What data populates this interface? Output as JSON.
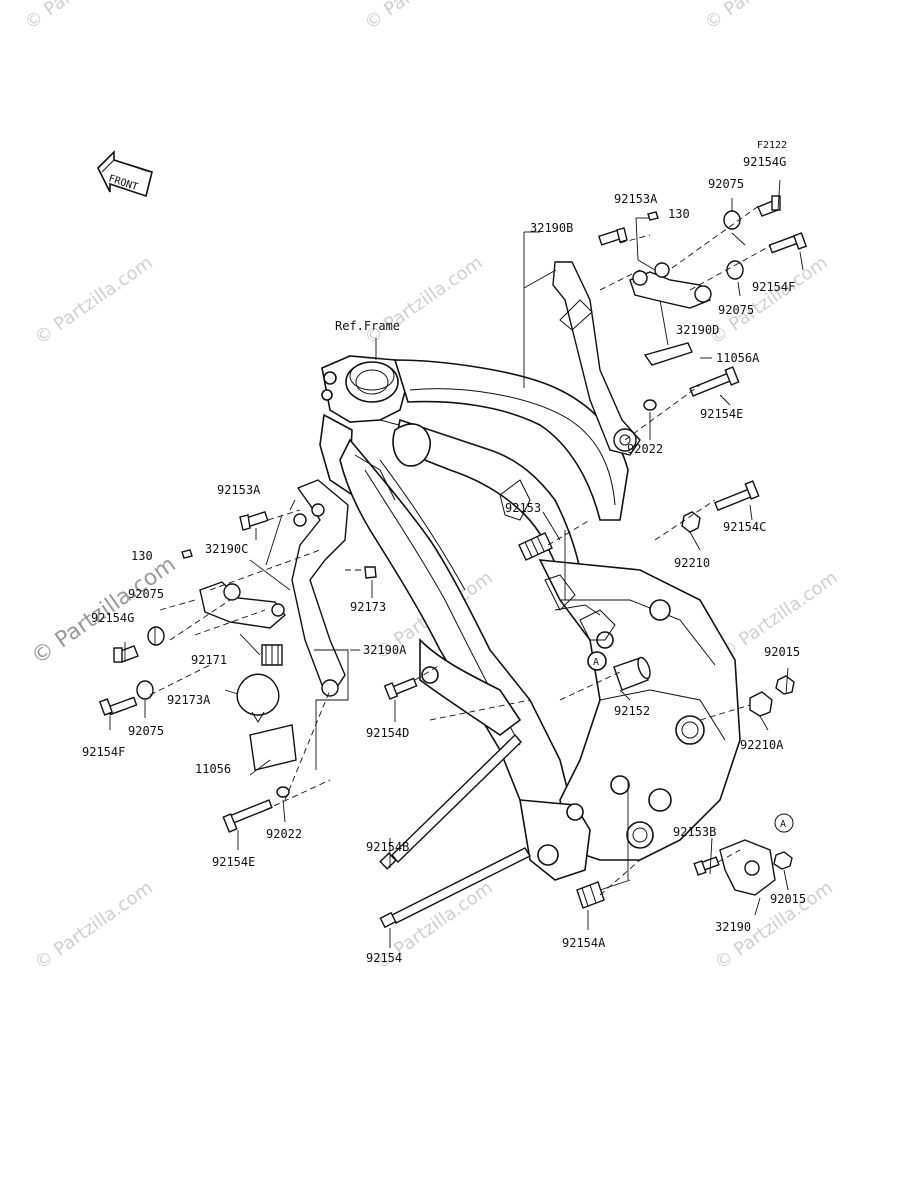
{
  "diagram": {
    "code": "F2122",
    "front_label": "FRONT",
    "ref_label": "Ref.Frame",
    "watermark": "© Partzilla.com",
    "watermark_side": "© Partzilla.com",
    "ref_marker": "A",
    "parts": {
      "p92154G_r": "92154G",
      "p92075_r1": "92075",
      "p92153A_r": "92153A",
      "p130_r": "130",
      "p32190B": "32190B",
      "p92154F_r": "92154F",
      "p92075_r2": "92075",
      "p32190D": "32190D",
      "p11056A": "11056A",
      "p92154E_r": "92154E",
      "p92022_r": "92022",
      "p92153A_l": "92153A",
      "p32190C": "32190C",
      "p130_l": "130",
      "p92075_l1": "92075",
      "p92154G_l": "92154G",
      "p92173": "92173",
      "p92171": "92171",
      "p32190A": "32190A",
      "p92173A": "92173A",
      "p92075_l2": "92075",
      "p92154F_l": "92154F",
      "p11056": "11056",
      "p92154E_l": "92154E",
      "p92022_l": "92022",
      "p92153": "92153",
      "p92154C": "92154C",
      "p92210": "92210",
      "p92015_a": "92015",
      "p92152": "92152",
      "p92154D": "92154D",
      "p92210A": "92210A",
      "p92154B": "92154B",
      "p92153B": "92153B",
      "p92015_b": "92015",
      "p32190": "32190",
      "p92154A": "92154A",
      "p92154": "92154"
    }
  }
}
